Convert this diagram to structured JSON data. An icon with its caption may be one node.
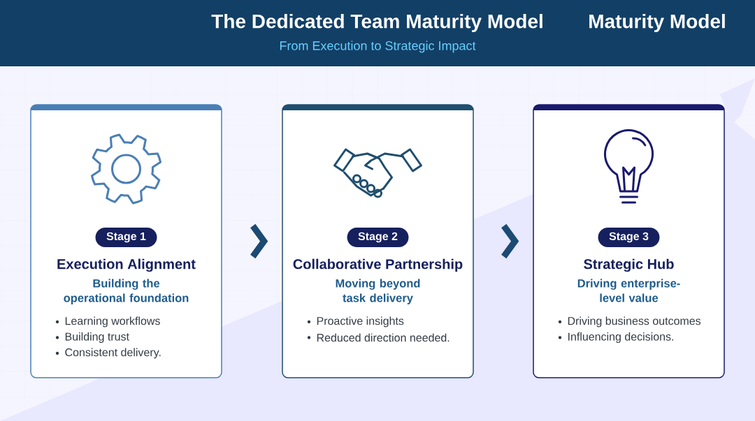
{
  "diagram": {
    "title": "The Dedicated Team Maturity Model",
    "caption": "From Execution to Strategic Impact",
    "nodes": [
      {
        "text": [
          "Execution Alignment",
          "Building the operational foundation",
          "Learning workflows",
          "Building trust",
          "Consistent delivery."
        ]
      },
      {
        "text": [
          "Stage 1"
        ],
        "in": 0
      },
      {
        "text": [
          "Collaborative Partnership",
          "Moving beyond task delivery",
          "Proactive insights",
          "Reduced direction needed."
        ]
      },
      {
        "text": [
          "Stage 2"
        ],
        "in": 2
      },
      {
        "text": [
          "Strategic Hub",
          "Driving enterprise-level value",
          "Driving business outcomes",
          "Influencing decisions."
        ]
      },
      {
        "text": [
          "Stage 3"
        ],
        "in": 4
      }
    ],
    "edges": [
      {
        "from": 0,
        "to": 2,
        "arrow": "to"
      },
      {
        "from": 2,
        "to": 4,
        "arrow": "to"
      }
    ],
    "labels": [
      "Maturity Model"
    ]
  }
}
